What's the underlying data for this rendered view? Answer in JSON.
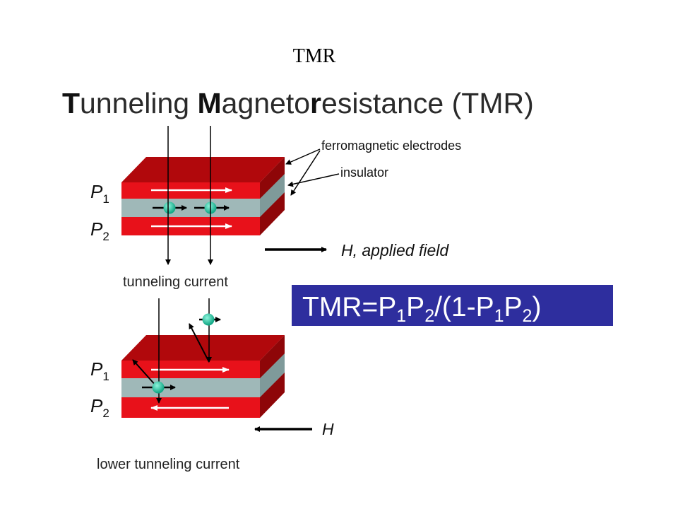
{
  "slide": {
    "title": "TMR"
  },
  "figure": {
    "heading_T": "T",
    "heading_mid": "unneling ",
    "heading_M": "M",
    "heading_agneto": "agneto",
    "heading_r": "r",
    "heading_rest": "esistance (TMR)",
    "label_ferro": "ferromagnetic electrodes",
    "label_insulator": "insulator",
    "label_P": "P",
    "sub_1": "1",
    "sub_2": "2",
    "label_applied_field": "H, applied field",
    "label_H": "H",
    "label_tunneling_current": "tunneling current",
    "label_lower_current": "lower tunneling current",
    "formula": {
      "part1": "TMR=P",
      "s1": "1",
      "part2": "P",
      "s2": "2",
      "part3": "/(1-P",
      "s3": "1",
      "part4": "P",
      "s4": "2",
      "part5": ")"
    }
  },
  "colors": {
    "electrode_front": "#e8111a",
    "electrode_top": "#b1080c",
    "electrode_side": "#8e0608",
    "insulator_front": "#9fb8b8",
    "insulator_side": "#7f9a9a",
    "electron": "#1fc7a0",
    "formula_bg": "#2e2e9e"
  }
}
